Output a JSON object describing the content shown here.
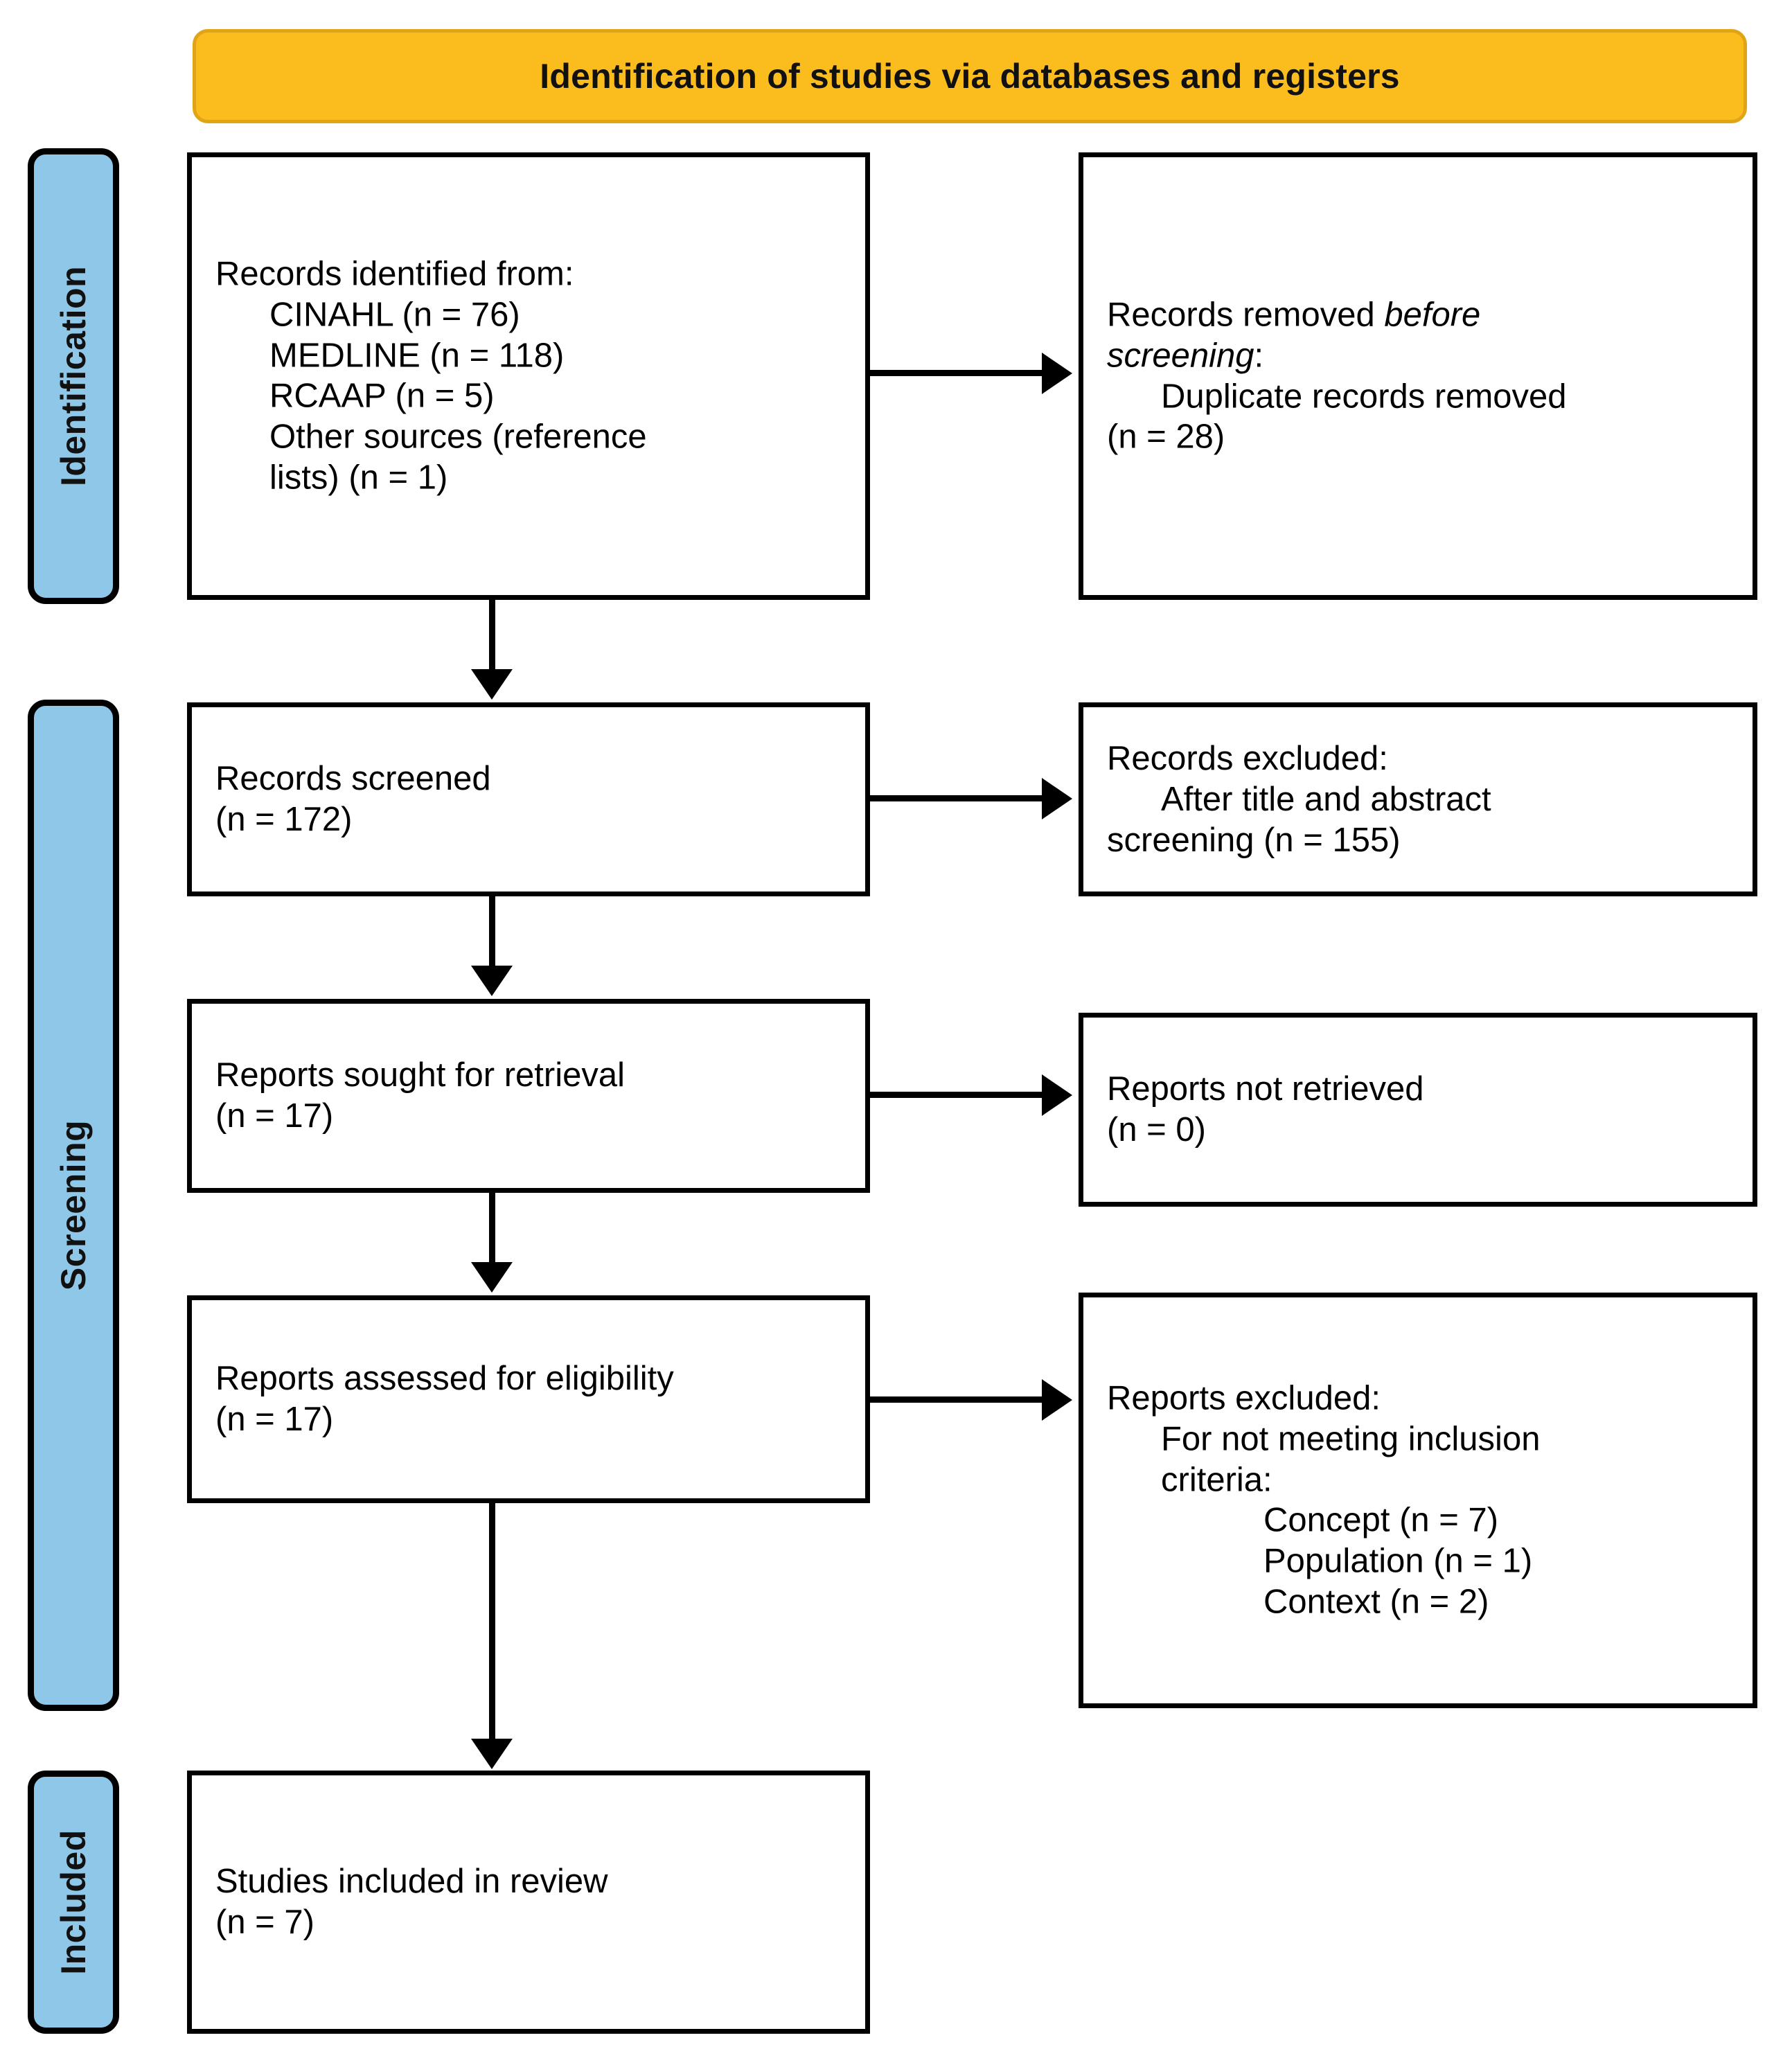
{
  "diagram": {
    "type": "prisma-flow-diagram",
    "banner_title": "Identification of studies via databases and registers",
    "colors": {
      "banner_fill": "#FBBC1D",
      "banner_border": "#E0A417",
      "stage_fill": "#8FC7E8",
      "box_border": "#000000",
      "text": "#000000"
    }
  },
  "stages": [
    {
      "label": "Identification"
    },
    {
      "label": "Screening"
    },
    {
      "label": "Included"
    }
  ],
  "boxes": {
    "records_identified": {
      "lines": [
        {
          "text": "Records identified from:",
          "indent": 0
        },
        {
          "text": "CINAHL (n = 76)",
          "indent": 1
        },
        {
          "text": "MEDLINE (n = 118)",
          "indent": 1
        },
        {
          "text": "RCAAP (n = 5)",
          "indent": 1
        },
        {
          "text": "Other sources (reference",
          "indent": 1
        },
        {
          "text": "lists) (n = 1)",
          "indent": 1
        }
      ]
    },
    "records_removed": {
      "lines": [
        {
          "text": "Records removed ",
          "indent": 0,
          "suffix_italic": "before"
        },
        {
          "text": "screening",
          "indent": 0,
          "italic": true,
          "suffix": ":"
        },
        {
          "text": "Duplicate records removed",
          "indent": 1
        },
        {
          "text": "(n = 28)",
          "indent": 0
        }
      ]
    },
    "records_screened": {
      "lines": [
        {
          "text": "Records screened",
          "indent": 0
        },
        {
          "text": "(n = 172)",
          "indent": 0
        }
      ]
    },
    "records_excluded": {
      "lines": [
        {
          "text": "Records excluded:",
          "indent": 0
        },
        {
          "text": "After title and abstract",
          "indent": 1
        },
        {
          "text": "screening (n = 155)",
          "indent": 0
        }
      ]
    },
    "reports_sought": {
      "lines": [
        {
          "text": "Reports sought for retrieval",
          "indent": 0
        },
        {
          "text": "(n = 17)",
          "indent": 0
        }
      ]
    },
    "reports_not_retrieved": {
      "lines": [
        {
          "text": "Reports not retrieved",
          "indent": 0
        },
        {
          "text": "(n = 0)",
          "indent": 0
        }
      ]
    },
    "reports_assessed": {
      "lines": [
        {
          "text": "Reports assessed for eligibility",
          "indent": 0
        },
        {
          "text": "(n = 17)",
          "indent": 0
        }
      ]
    },
    "reports_excluded": {
      "lines": [
        {
          "text": "Reports excluded:",
          "indent": 0
        },
        {
          "text": "For not meeting inclusion",
          "indent": 1
        },
        {
          "text": "criteria:",
          "indent": 1
        },
        {
          "text": "Concept (n = 7)",
          "indent": 2
        },
        {
          "text": "Population (n = 1)",
          "indent": 2
        },
        {
          "text": "Context (n = 2)",
          "indent": 2
        }
      ]
    },
    "studies_included": {
      "lines": [
        {
          "text": "Studies included in review",
          "indent": 0
        },
        {
          "text": "(n = 7)",
          "indent": 0
        }
      ]
    }
  },
  "counts": {
    "cinahl": 76,
    "medline": 118,
    "rcaap": 5,
    "other_sources": 1,
    "duplicates_removed": 28,
    "records_screened": 172,
    "records_excluded_title_abstract": 155,
    "reports_sought": 17,
    "reports_not_retrieved": 0,
    "reports_assessed": 17,
    "excluded_concept": 7,
    "excluded_population": 1,
    "excluded_context": 2,
    "studies_included": 7
  }
}
